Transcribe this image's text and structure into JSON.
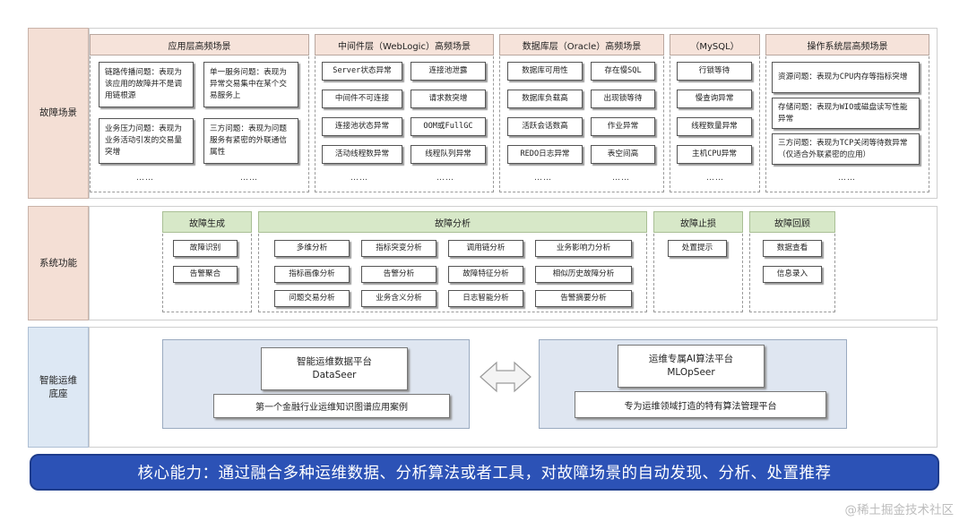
{
  "rows": {
    "fault": "故障场景",
    "func": "系统功能",
    "platform_line1": "智能运维",
    "platform_line2": "底座"
  },
  "scenes": {
    "app": {
      "header": "应用层高频场景",
      "items": [
        "链路传播问题：表现为该应用的故障并不是调用链根源",
        "单一服务问题：表现为异常交易集中在某个交易服务上",
        "业务压力问题：表现为业务活动引发的交易量突增",
        "三方问题：表现为问题服务有紧密的外联通信属性"
      ],
      "more_left": "……",
      "more_right": "……"
    },
    "middleware": {
      "header": "中间件层（WebLogic）高频场景",
      "items": [
        "Server状态异常",
        "连接池泄露",
        "中间件不可连接",
        "请求数突增",
        "连接池状态异常",
        "OOM或FullGC",
        "活动线程数异常",
        "线程队列异常"
      ],
      "more_left": "……",
      "more_right": "……"
    },
    "oracle": {
      "header": "数据库层（Oracle）高频场景",
      "items": [
        "数据库可用性",
        "存在慢SQL",
        "数据库负载高",
        "出现锁等待",
        "活跃会话数高",
        "作业异常",
        "REDO日志异常",
        "表空间高"
      ],
      "more_left": "……",
      "more_right": "……"
    },
    "mysql": {
      "header": "（MySQL）",
      "items": [
        "行锁等待",
        "慢查询异常",
        "线程数量异常",
        "主机CPU异常"
      ],
      "more": "……"
    },
    "os": {
      "header": "操作系统层高频场景",
      "items": [
        "资源问题：表现为CPU内存等指标突增",
        "存储问题：表现为WIO或磁盘读写性能异常",
        "三方问题：表现为TCP关闭等待数异常（仅适合外联紧密的应用）"
      ],
      "more": "……"
    }
  },
  "functions": {
    "generate": {
      "header": "故障生成",
      "items": [
        "故障识别",
        "告警聚合"
      ]
    },
    "analysis": {
      "header": "故障分析",
      "items": [
        "多维分析",
        "指标突变分析",
        "调用链分析",
        "业务影响力分析",
        "指标画像分析",
        "告警分析",
        "故障特征分析",
        "相似历史故障分析",
        "问题交易分析",
        "业务含义分析",
        "日志智能分析",
        "告警摘要分析"
      ]
    },
    "stop": {
      "header": "故障止损",
      "items": [
        "处置提示"
      ]
    },
    "review": {
      "header": "故障回顾",
      "items": [
        "数据查看",
        "信息录入"
      ]
    }
  },
  "platform": {
    "dataseer_title": "智能运维数据平台",
    "dataseer_name": "DataSeer",
    "dataseer_desc": "第一个金融行业运维知识图谱应用案例",
    "mlopseer_title": "运维专属AI算法平台",
    "mlopseer_name": "MLOpSeer",
    "mlopseer_desc": "专为运维领域打造的特有算法管理平台"
  },
  "banner": "核心能力：通过融合多种运维数据、分析算法或者工具，对故障场景的自动发现、分析、处置推荐",
  "watermark": "@稀土掘金技术社区",
  "colors": {
    "banner": "#2c52b6",
    "header_peach": "#f6e3da",
    "header_green": "#d7e8c8",
    "platform_bg": "#dfe6f1"
  }
}
